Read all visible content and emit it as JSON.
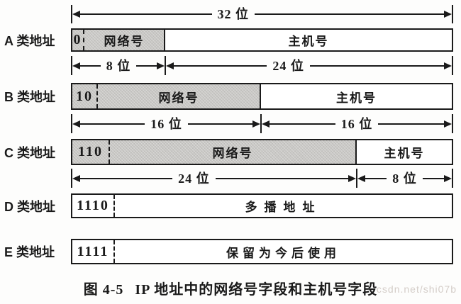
{
  "figure": {
    "top_arrow_label": "32 位",
    "rows": [
      {
        "class_label": "A 类地址",
        "prefix": "0",
        "network_label": "网络号",
        "host_label": "主机号",
        "left_arrow_label": "8 位",
        "right_arrow_label": "24 位"
      },
      {
        "class_label": "B 类地址",
        "prefix": "10",
        "network_label": "网络号",
        "host_label": "主机号",
        "left_arrow_label": "16 位",
        "right_arrow_label": "16 位"
      },
      {
        "class_label": "C 类地址",
        "prefix": "110",
        "network_label": "网络号",
        "host_label": "主机号",
        "left_arrow_label": "24 位",
        "right_arrow_label": "8 位"
      },
      {
        "class_label": "D 类地址",
        "prefix": "1110",
        "field_label": "多播地址"
      },
      {
        "class_label": "E 类地址",
        "prefix": "1111",
        "field_label": "保留为今后使用"
      }
    ],
    "caption_number": "图 4-5",
    "caption_title": "IP 地址中的网络号字段和主机号字段",
    "watermark": "csdn.net/shi07b",
    "colors": {
      "line": "#1a1a1a",
      "shaded": "#c9c8c5",
      "background": "#fdfdfc"
    }
  }
}
